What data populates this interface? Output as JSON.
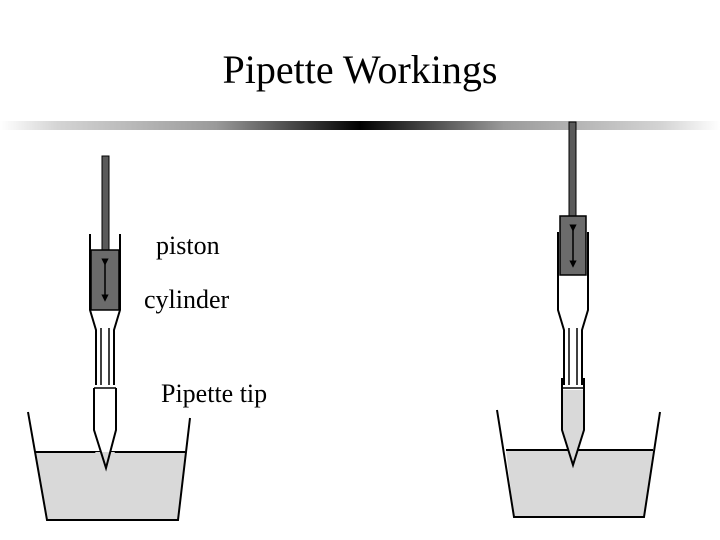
{
  "title": "Pipette Workings",
  "labels": {
    "piston": "piston",
    "cylinder": "cylinder",
    "pipette_tip": "Pipette tip"
  },
  "colors": {
    "liquid": "#d9d9d9",
    "piston": "#6b6b6b",
    "rod": "#5a5a5a",
    "outline": "#000000",
    "divider_center": "#000000"
  }
}
